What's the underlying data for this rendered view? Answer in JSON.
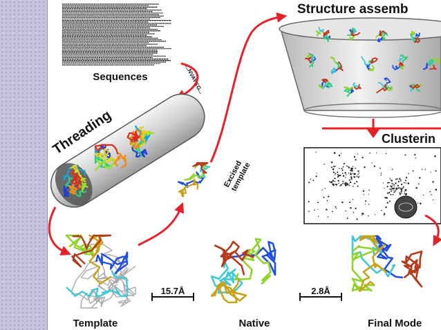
{
  "labels": {
    "sequences": "Sequences",
    "threading": "Threading",
    "excised_line1": "Excised",
    "excised_line2": "template",
    "structure_assembly": "Structure assemb",
    "clustering": "Clusterin",
    "template": "Template",
    "native": "Native",
    "final_model": "Final Mode",
    "rmsd_template": "15.7Å",
    "rmsd_final": "2.8Å",
    "sequence_fragment": "...NVAYKG..."
  },
  "colors": {
    "sidebar_bg": "#c4c2dd",
    "sidebar_dot": "#9f9cc7",
    "arrow_red": "#e8202a",
    "tube_gray": "#d9d9d9",
    "dots": "#222222"
  }
}
